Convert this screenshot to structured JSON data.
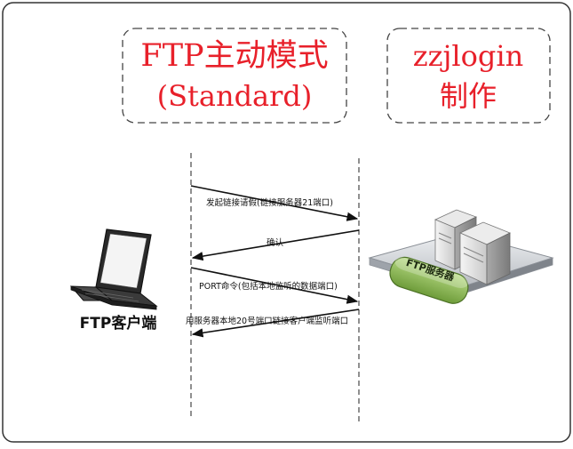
{
  "title_box": {
    "line1": "FTP主动模式",
    "line2": "(Standard)"
  },
  "author_box": {
    "line1": "zzjlogin",
    "line2": "制作"
  },
  "client": {
    "label": "FTP客户端",
    "icon": "laptop-icon"
  },
  "server": {
    "label": "FTP服务器",
    "icon": "server-icon"
  },
  "messages": [
    {
      "text": "发起链接请假(链接服务器21端口)",
      "direction": "to-server"
    },
    {
      "text": "确认",
      "direction": "to-client"
    },
    {
      "text": "PORT命令(包括本地监听的数据端口)",
      "direction": "to-server"
    },
    {
      "text": "用服务器本地20号端口链接客户端监听端口",
      "direction": "to-client"
    }
  ],
  "colors": {
    "title_text": "#e8202a",
    "frame_border": "#333333",
    "server_pad": "#8fbf55"
  }
}
